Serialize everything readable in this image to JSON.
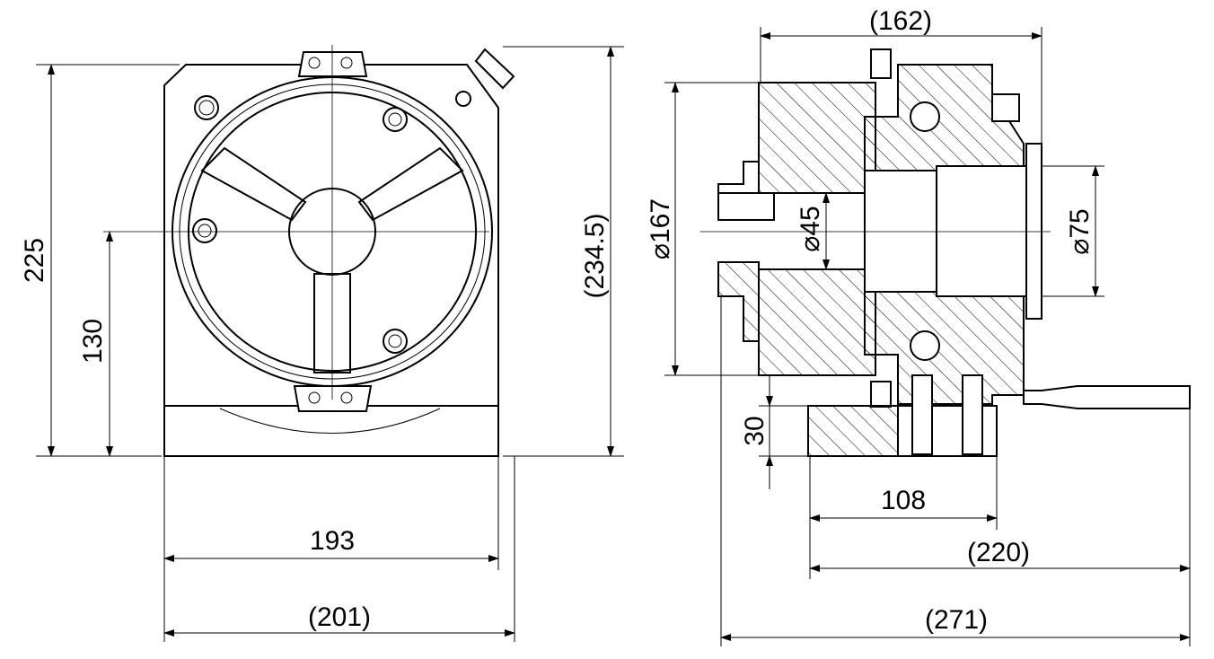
{
  "front_view": {
    "dims": {
      "height_225": "225",
      "center_130": "130",
      "overall_height": "(234.5)",
      "width_193": "193",
      "overall_width": "(201)"
    }
  },
  "side_view": {
    "dims": {
      "chuck_length": "(162)",
      "chuck_dia": "⌀167",
      "bore_dia": "⌀45",
      "spindle_dia": "⌀75",
      "base_height": "30",
      "base_width": "108",
      "length_220": "(220)",
      "overall_length": "(271)"
    }
  }
}
